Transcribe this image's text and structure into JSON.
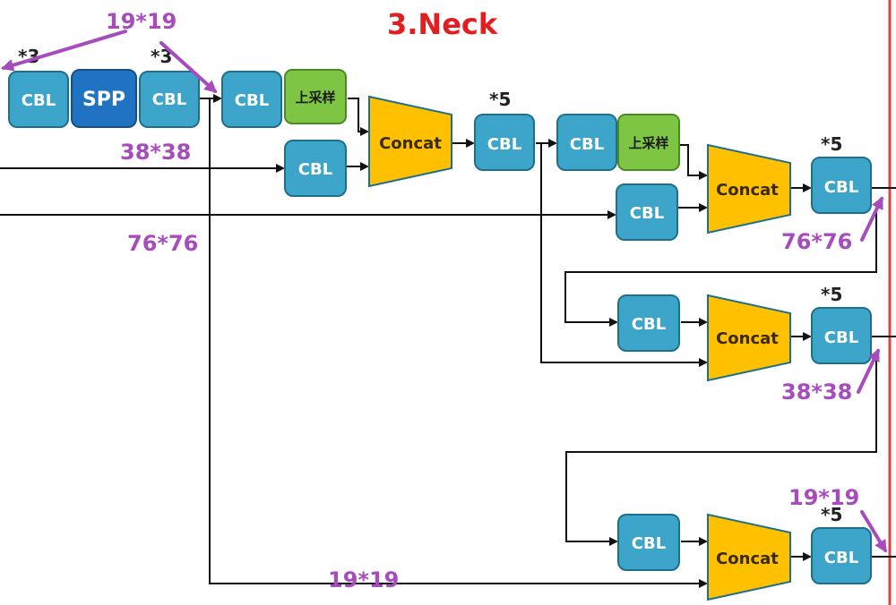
{
  "title": "3.Neck",
  "labels": {
    "cbl": "CBL",
    "spp": "SPP",
    "concat": "Concat",
    "upsample": "上采样"
  },
  "multipliers": {
    "top_left_1": "*3",
    "top_left_2": "*3",
    "mid_cbl": "*5",
    "out_1": "*5",
    "out_2": "*5",
    "out_3": "*5"
  },
  "dimensions": {
    "top_19": "19*19",
    "left_38": "38*38",
    "left_76": "76*76",
    "out_76": "76*76",
    "out_38": "38*38",
    "out_19": "19*19",
    "bottom_19": "19*19"
  },
  "colors": {
    "cbl": "#3da5c9",
    "spp": "#1f73c2",
    "upsample": "#7dc542",
    "concat": "#ffc000",
    "annotation": "#a64cbd",
    "title": "#e02020",
    "border": "#e04040"
  }
}
